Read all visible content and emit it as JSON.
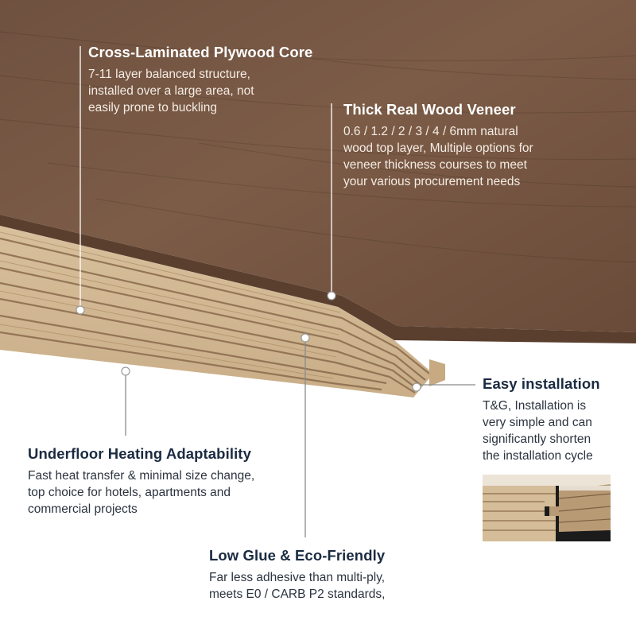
{
  "colors": {
    "veneer_top": "#7a5a44",
    "veneer_dark": "#5c4130",
    "ply_light": "#d9c4a3",
    "ply_dark": "#8a6a4c",
    "heading_dark": "#1a2a40",
    "line_white": "#ffffff",
    "line_grey": "#8a8a8a"
  },
  "callouts": {
    "core": {
      "title": "Cross-Laminated Plywood Core",
      "lines": [
        "7-11 layer balanced structure,",
        "installed over a large area, not",
        "easily prone to buckling"
      ]
    },
    "veneer": {
      "title": "Thick Real Wood Veneer",
      "lines": [
        "0.6 / 1.2 / 2 / 3 / 4 / 6mm natural",
        "wood top layer, Multiple options for",
        "veneer thickness courses to meet",
        "your various procurement needs"
      ]
    },
    "install": {
      "title": "Easy installation",
      "lines": [
        "T&G, Installation is",
        "very simple and can",
        "significantly shorten",
        "the installation cycle"
      ]
    },
    "heat": {
      "title": "Underfloor Heating Adaptability",
      "lines": [
        "Fast heat transfer & minimal size change,",
        "top choice for hotels, apartments and",
        "commercial projects"
      ]
    },
    "glue": {
      "title": "Low Glue & Eco-Friendly",
      "lines": [
        "Far less adhesive than multi-ply,",
        "meets E0 / CARB P2 standards,"
      ]
    }
  },
  "icons": {
    "board": "engineered-floor-board-illustration",
    "thumb": "tongue-groove-joint-photo"
  }
}
